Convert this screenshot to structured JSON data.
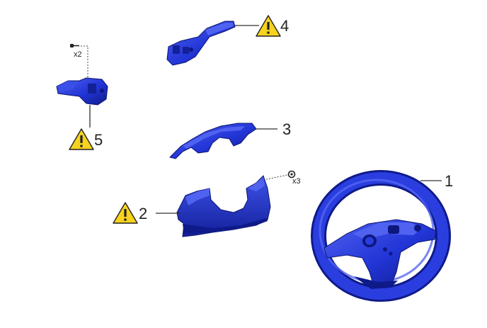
{
  "parts": [
    {
      "id": "steering-wheel",
      "number": "1",
      "warning": false
    },
    {
      "id": "lower-column-cover",
      "number": "2",
      "warning": true,
      "fastener_qty": "x3"
    },
    {
      "id": "upper-column-cover",
      "number": "3",
      "warning": false
    },
    {
      "id": "wiper-switch",
      "number": "4",
      "warning": true
    },
    {
      "id": "turn-signal-switch",
      "number": "5",
      "warning": true,
      "fastener_qty": "x2"
    }
  ],
  "colors": {
    "part": "#2235d6",
    "part_dark": "#0f1a8a",
    "part_light": "#4f62f0",
    "warning": "#f7d21e",
    "line": "#333333"
  },
  "icons": {
    "warning": "warning-triangle-icon",
    "screw": "screw-icon",
    "bolt": "bolt-icon"
  }
}
